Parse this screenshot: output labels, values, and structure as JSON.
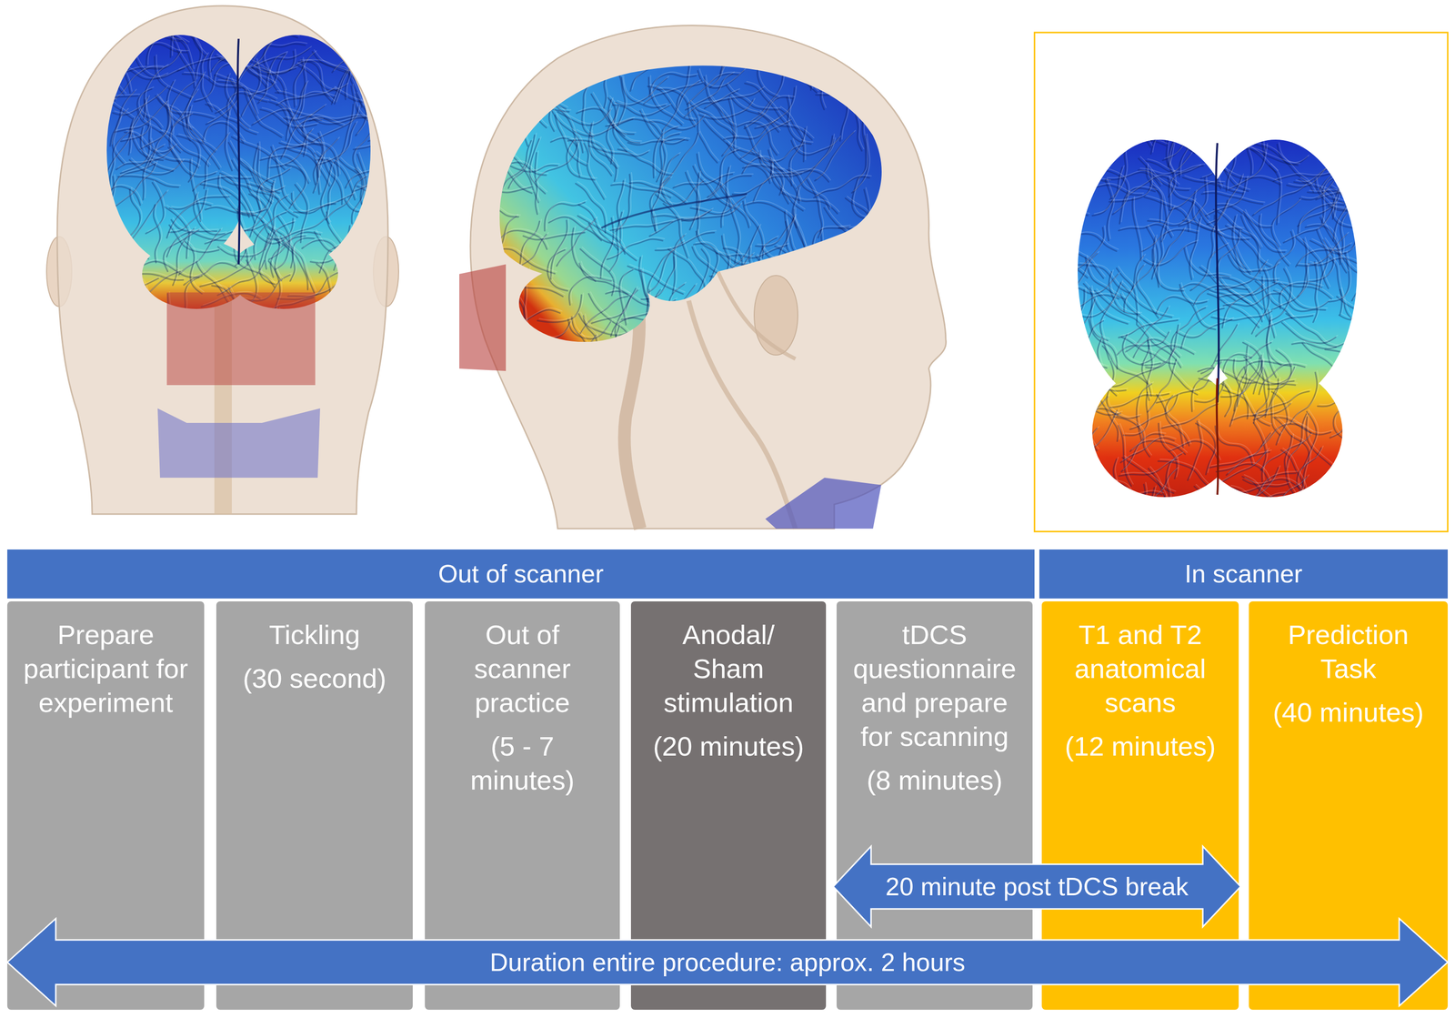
{
  "diagram": {
    "nodes": [
      {
        "text": [
          "Out of scanner"
        ]
      },
      {
        "text": [
          "In scanner"
        ]
      },
      {
        "text": [
          "Prepare participant for experiment"
        ]
      },
      {
        "text": [
          "Tickling",
          "(30 second)"
        ]
      },
      {
        "text": [
          "Out of scanner practice",
          "(5 - 7 minutes)"
        ]
      },
      {
        "text": [
          "Anodal/ Sham stimulation",
          "(20 minutes)"
        ]
      },
      {
        "text": [
          "tDCS questionnaire and prepare for scanning",
          "(8 minutes)"
        ]
      },
      {
        "text": [
          "T1 and T2 anatomical scans",
          "(12 minutes)"
        ]
      },
      {
        "text": [
          "Prediction Task",
          "(40 minutes)"
        ]
      }
    ],
    "labels": [
      "20 minute post tDCS break",
      "Duration entire procedure: approx. 2 hours"
    ]
  }
}
